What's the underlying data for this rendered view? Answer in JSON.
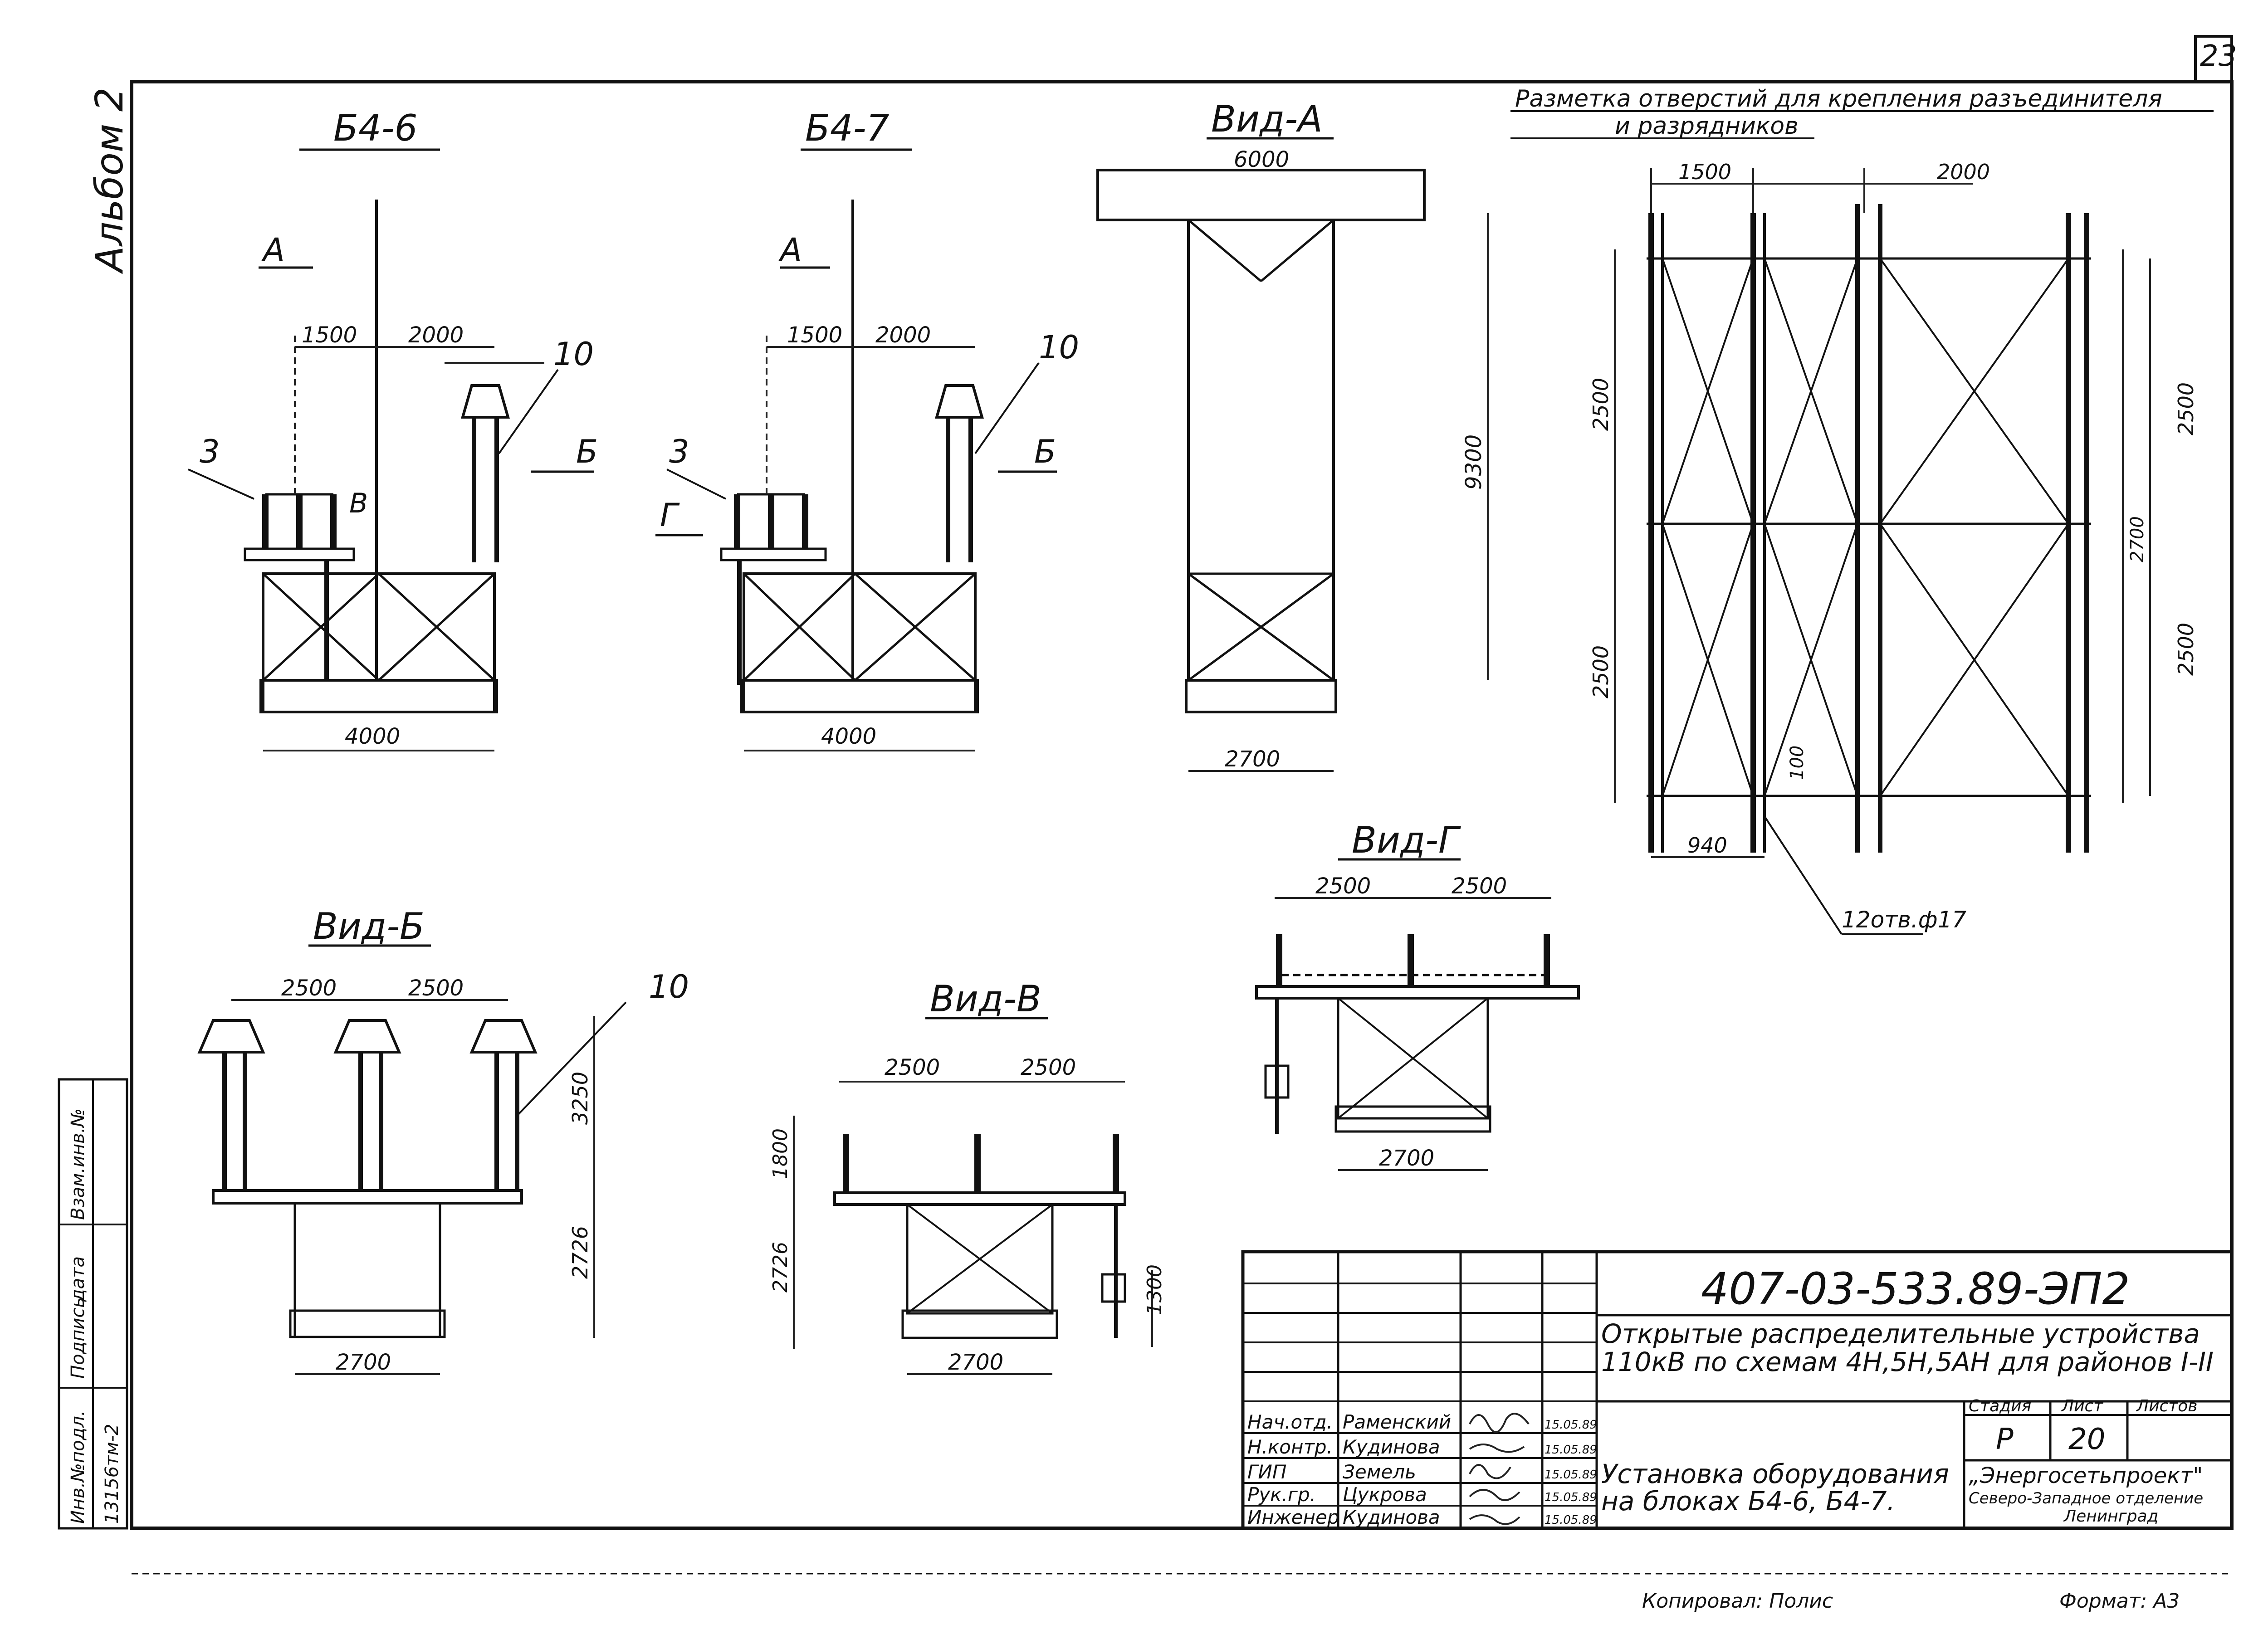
{
  "sheet_number": "23",
  "album_label": "Альбом 2",
  "views": {
    "b4_6": {
      "title": "Б4-6",
      "arrow_a": "А",
      "arrow_b": "Б",
      "arrow_v": "В",
      "callout_3": "3",
      "callout_10": "10",
      "dims": [
        "1500",
        "2000",
        "4000"
      ]
    },
    "b4_7": {
      "title": "Б4-7",
      "arrow_a": "А",
      "arrow_b": "Б",
      "arrow_g": "Г",
      "callout_3": "3",
      "callout_10": "10",
      "dims": [
        "1500",
        "2000",
        "4000"
      ]
    },
    "vid_a": {
      "title": "Вид-А",
      "dims": [
        "6000",
        "9300",
        "2700"
      ]
    },
    "layout": {
      "title_line1": "Разметка отверстий для крепления разъединителя",
      "title_line2": "и разрядников",
      "dims": [
        "1500",
        "2000",
        "2500",
        "2500",
        "2500",
        "2700",
        "2500",
        "100",
        "940"
      ],
      "holes_label": "12отв.ф17"
    },
    "vid_b": {
      "title": "Вид-Б",
      "callout_10": "10",
      "dims": [
        "2500",
        "2500",
        "3250",
        "2726",
        "2700"
      ]
    },
    "vid_v": {
      "title": "Вид-В",
      "dims": [
        "2500",
        "2500",
        "1800",
        "2726",
        "1300",
        "2700"
      ]
    },
    "vid_g": {
      "title": "Вид-Г",
      "dims": [
        "2500",
        "2500",
        "2700"
      ]
    }
  },
  "side_stamp": {
    "col1": "Инв.№подл.",
    "col1_val": "13156тм-2",
    "col2": "Подпись",
    "col3": "дата",
    "col4": "Взам.инв.№"
  },
  "title_block": {
    "doc_code": "407-03-533.89-ЭП2",
    "description": "Открытые распределительные устройства 110кВ по схемам 4Н,5Н,5АН для районов I-II",
    "sheet_title_line1": "Установка оборудования",
    "sheet_title_line2": "на блоках Б4-6, Б4-7.",
    "stage_header": "Стадия",
    "sheet_header": "Лист",
    "sheets_header": "Листов",
    "stage": "Р",
    "sheet": "20",
    "sheets": "",
    "org_line1": "„Энергосетьпроект\"",
    "org_line2": "Северо-Западное отделение",
    "org_line3": "Ленинград",
    "rows": [
      {
        "role": "Нач.отд.",
        "name": "Раменский",
        "date": "15.05.89"
      },
      {
        "role": "Н.контр.",
        "name": "Кудинова",
        "date": "15.05.89"
      },
      {
        "role": "ГИП",
        "name": "Земель",
        "date": "15.05.89"
      },
      {
        "role": "Рук.гр.",
        "name": "Цукрова",
        "date": "15.05.89"
      },
      {
        "role": "Инженер",
        "name": "Кудинова",
        "date": "15.05.89"
      }
    ]
  },
  "footer": {
    "copied": "Копировал: Полис",
    "format": "Формат: А3"
  }
}
